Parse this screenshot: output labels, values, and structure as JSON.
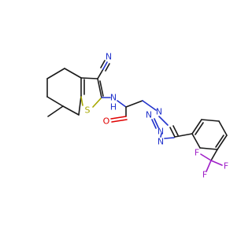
{
  "molecule": {
    "atoms": {
      "cyano_n": {
        "text": "N",
        "color": "#2233cc"
      },
      "amide_nh": {
        "text": "N",
        "color": "#2233cc"
      },
      "amide_h": {
        "text": "H",
        "color": "#2233cc"
      },
      "thiophene_s": {
        "text": "S",
        "color": "#a8a800"
      },
      "carbonyl_o": {
        "text": "O",
        "color": "#e00000"
      },
      "tetrazole_n2": {
        "text": "N",
        "color": "#2233cc"
      },
      "tetrazole_n1": {
        "text": "N",
        "color": "#2233cc"
      },
      "tetrazole_n4": {
        "text": "N",
        "color": "#2233cc"
      },
      "tetrazole_n3": {
        "text": "N",
        "color": "#2233cc"
      },
      "fluorine_1": {
        "text": "F",
        "color": "#a020c8"
      },
      "fluorine_2": {
        "text": "F",
        "color": "#a020c8"
      },
      "fluorine_3": {
        "text": "F",
        "color": "#a020c8"
      }
    }
  }
}
